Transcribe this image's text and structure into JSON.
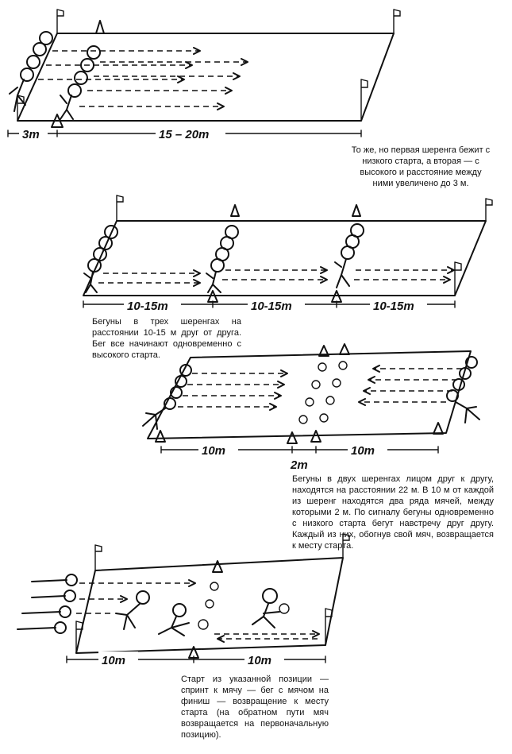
{
  "panels": [
    {
      "labels": [
        "3m",
        "15 – 20m"
      ],
      "caption": "То же, но первая шеренга бежит с низкого старта, а вторая — с высокого и расстояние между ними увеличено до 3 м."
    },
    {
      "labels": [
        "10-15m",
        "10-15m",
        "10-15m"
      ],
      "caption": "Бегуны в трех шеренгах на расстоянии 10-15 м друг от друга. Бег все начинают одновременно с высокого старта."
    },
    {
      "labels": [
        "10m",
        "10m",
        "2m"
      ],
      "caption": "Бегуны в двух шеренгах лицом друг к другу, находятся на расстоянии 22 м. В 10 м от каждой из шеренг находятся два ряда мячей, между которыми 2 м. По сигналу бегуны одновременно с низкого старта бегут навстречу друг другу. Каждый из них, обогнув свой мяч, возвращается к месту старта."
    },
    {
      "labels": [
        "10m",
        "10m"
      ],
      "caption": "Старт из указанной позиции — спринт к мячу — бег с мячом на финиш — возвращение к месту старта (на обратном пути мяч возвращается на первоначальную позицию)."
    }
  ]
}
